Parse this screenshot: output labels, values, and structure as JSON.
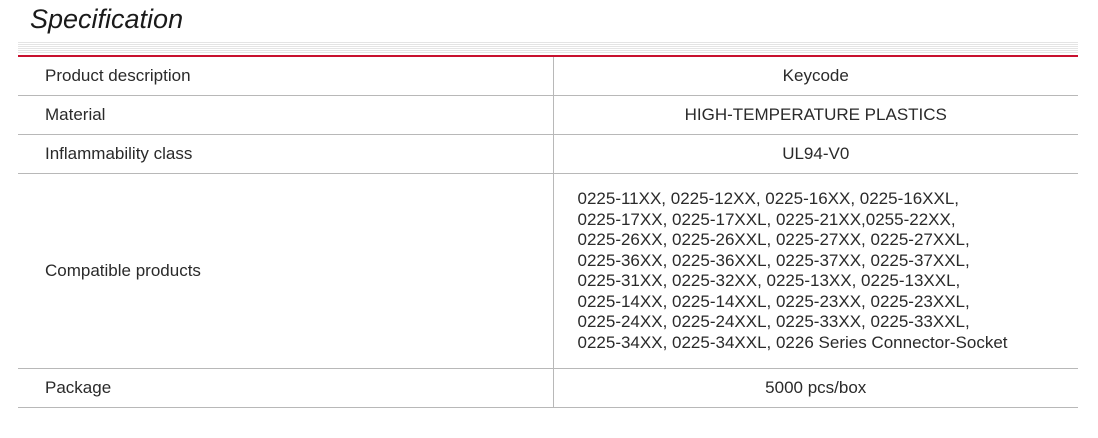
{
  "page": {
    "title": "Specification"
  },
  "colors": {
    "accent": "#c8102e",
    "rule": "#b8b8b8",
    "text": "#2a2a2a"
  },
  "spec": {
    "rows": [
      {
        "label": "Product description",
        "value": "Keycode"
      },
      {
        "label": "Material",
        "value": "HIGH-TEMPERATURE PLASTICS"
      },
      {
        "label": "Inflammability class",
        "value": "UL94-V0"
      },
      {
        "label": "Package",
        "value": "5000 pcs/box"
      }
    ],
    "compatible": {
      "label": "Compatible products",
      "lines": [
        "0225-11XX, 0225-12XX, 0225-16XX, 0225-16XXL,",
        "0225-17XX, 0225-17XXL, 0225-21XX,0255-22XX,",
        "0225-26XX, 0225-26XXL, 0225-27XX, 0225-27XXL,",
        "0225-36XX, 0225-36XXL, 0225-37XX, 0225-37XXL,",
        "0225-31XX, 0225-32XX, 0225-13XX, 0225-13XXL,",
        "0225-14XX, 0225-14XXL, 0225-23XX, 0225-23XXL,",
        "0225-24XX, 0225-24XXL, 0225-33XX, 0225-33XXL,",
        "0225-34XX, 0225-34XXL, 0226 Series Connector-Socket"
      ]
    }
  }
}
